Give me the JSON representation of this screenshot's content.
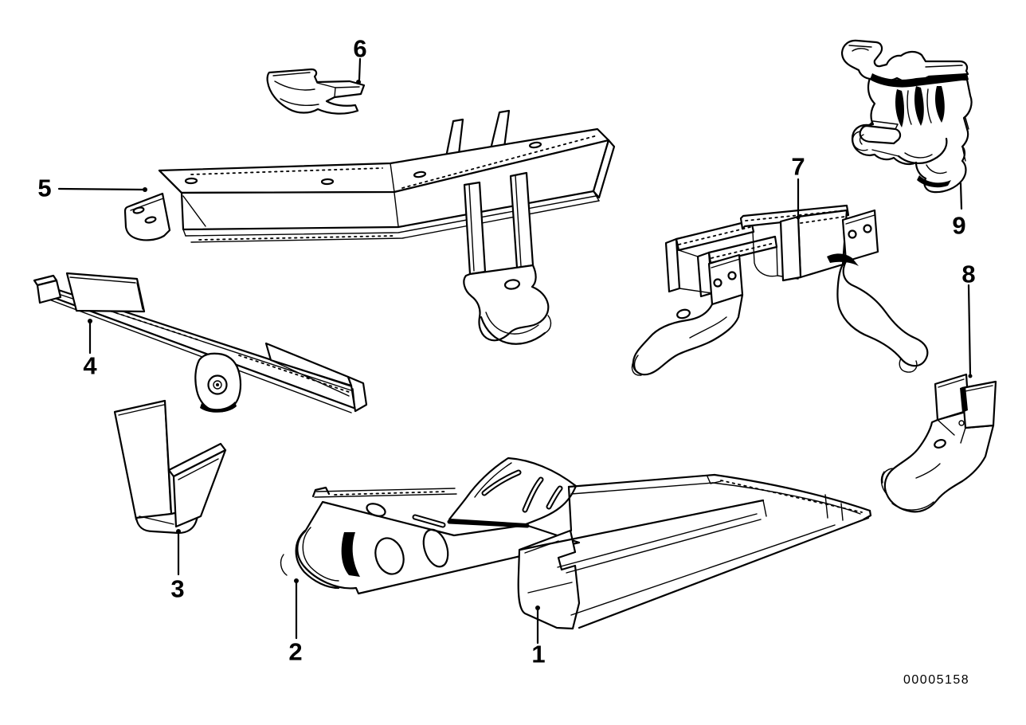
{
  "diagram": {
    "background_color": "#ffffff",
    "line_color": "#000000",
    "doc_number": "00005158",
    "callouts": [
      {
        "label": "1"
      },
      {
        "label": "2"
      },
      {
        "label": "3"
      },
      {
        "label": "4"
      },
      {
        "label": "5"
      },
      {
        "label": "6"
      },
      {
        "label": "7"
      },
      {
        "label": "8"
      },
      {
        "label": "9"
      }
    ]
  }
}
